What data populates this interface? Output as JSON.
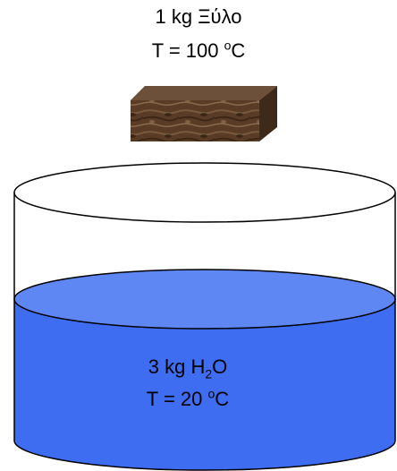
{
  "wood": {
    "mass": "1 kg",
    "material": "Ξύλο",
    "temp_prefix": "T = 100 ",
    "temp_degree": "o",
    "temp_unit": "C"
  },
  "water": {
    "mass": "3 kg",
    "formula_h": "H",
    "formula_sub": "2",
    "formula_o": "O",
    "temp_prefix": "T = 20 ",
    "temp_degree": "o",
    "temp_unit": "C"
  },
  "colors": {
    "water_side": "#3e6df2",
    "water_surface": "#5f87f4",
    "wood_front": "#5a3c26",
    "wood_top": "#6c5039",
    "wood_right": "#3d2a1a",
    "outline": "#000000"
  }
}
